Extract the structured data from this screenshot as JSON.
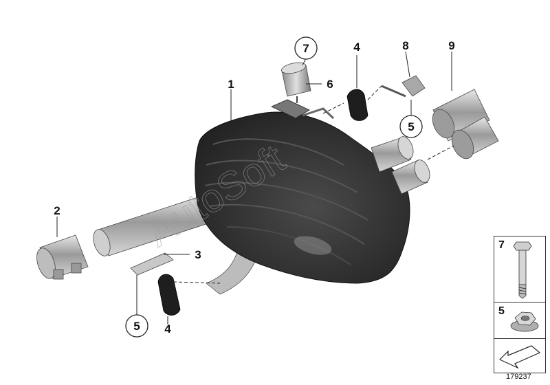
{
  "callouts": {
    "c1": "1",
    "c2": "2",
    "c3": "3",
    "c4_top": "4",
    "c4_bottom": "4",
    "c5_right": "5",
    "c5_bottom": "5",
    "c6": "6",
    "c7": "7",
    "c8": "8",
    "c9": "9"
  },
  "legend": {
    "item_7": "7",
    "item_5": "5"
  },
  "watermark": "AutoSoft",
  "diagram_number": "179237",
  "colors": {
    "muffler": "#2e2e2e",
    "chrome": "#b8b8b8",
    "line": "#222222"
  }
}
